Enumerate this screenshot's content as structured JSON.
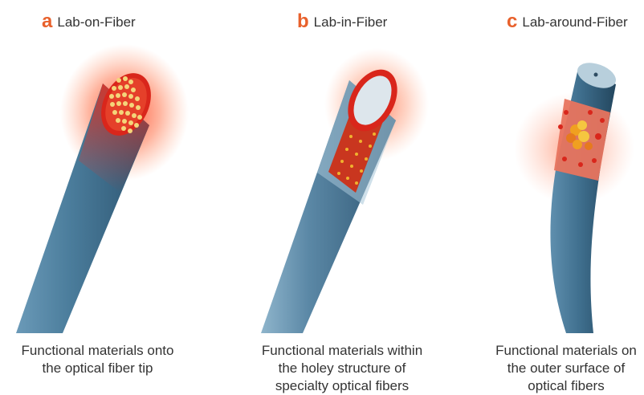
{
  "panels": [
    {
      "letter": "a",
      "title": "Lab-on-Fiber",
      "caption_lines": [
        "Functional materials onto",
        "the optical fiber tip"
      ]
    },
    {
      "letter": "b",
      "title": "Lab-in-Fiber",
      "caption_lines": [
        "Functional materials within",
        "the holey structure of",
        "specialty optical fibers"
      ]
    },
    {
      "letter": "c",
      "title": "Lab-around-Fiber",
      "caption_lines": [
        "Functional materials on",
        "the outer surface of",
        "optical fibers"
      ]
    }
  ],
  "colors": {
    "letter_accent": "#e8612c",
    "fiber_blue": "#3d6f8c",
    "glow_red": "#e8281c",
    "particle_yellow": "#f4d57a"
  }
}
